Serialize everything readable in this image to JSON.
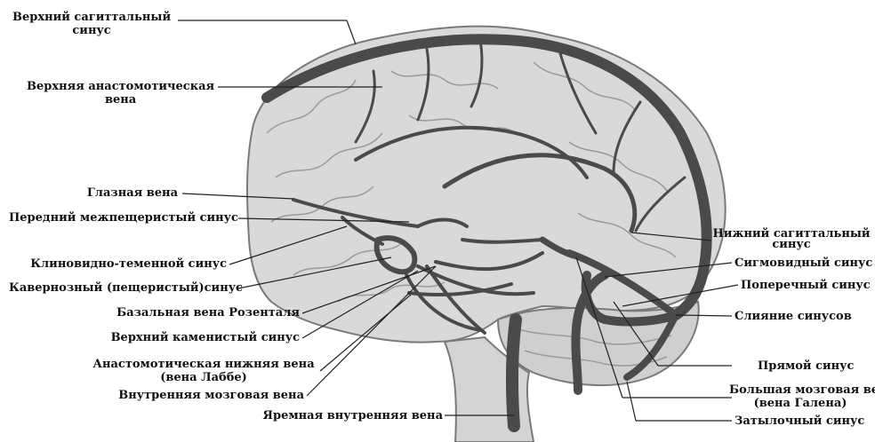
{
  "labels": {
    "superior_sagittal": [
      "Верхний сагиттальный",
      "синус"
    ],
    "superior_anastomotic": [
      "Верхняя анастомотическая",
      "вена"
    ],
    "ophthalmic_vein": "Глазная вена",
    "anterior_intercavernous": "Передний межпещеристый синус",
    "sphenoparietal": "Клиновидно-теменной синус",
    "cavernous": "Кавернозный (пещеристый)синус",
    "basal_rosenthal": "Базальная вена Розенталя",
    "superior_petrosal": "Верхний каменистый синус",
    "inferior_anastomotic": [
      "Анастомотическая нижняя вена",
      "(вена Лаббе)"
    ],
    "internal_cerebral": "Внутренняя мозговая вена",
    "internal_jugular": "Яремная внутренняя вена",
    "inferior_sagittal": [
      "Нижний сагиттальный",
      "синус"
    ],
    "sigmoid": "Сигмовидный синус",
    "transverse": "Поперечный синус",
    "confluence": "Слияние синусов",
    "straight": "Прямой синус",
    "great_cerebral": [
      "Большая мозговая вена",
      "(вена Галена)"
    ],
    "occipital": "Затылочный синус"
  },
  "colors": {
    "brain_fill": "#d9d9d9",
    "brain_outline": "#7a7a7a",
    "gyri": "#9a9a9a",
    "vessels": "#4a4a4a",
    "leader_lines": "#222222"
  }
}
